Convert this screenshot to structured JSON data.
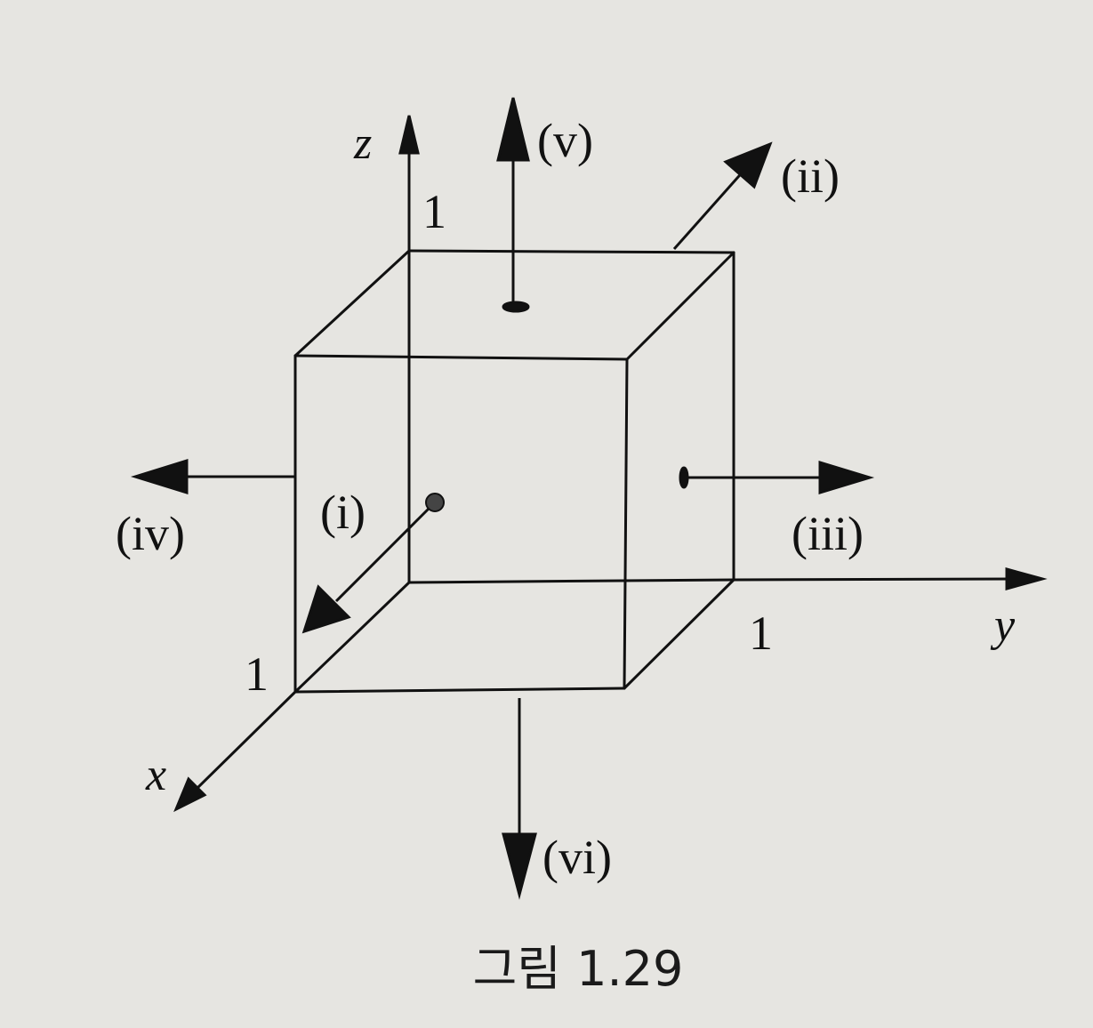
{
  "figure": {
    "axis_labels": {
      "x": "x",
      "y": "y",
      "z": "z"
    },
    "tick_labels": {
      "x": "1",
      "y": "1",
      "z": "1"
    },
    "face_labels": {
      "i": "(i)",
      "ii": "(ii)",
      "iii": "(iii)",
      "iv": "(iv)",
      "v": "(v)",
      "vi": "(vi)"
    },
    "caption": "그림 1.29"
  },
  "colors": {
    "ink": "#111111",
    "paper": "#e6e5e1"
  }
}
